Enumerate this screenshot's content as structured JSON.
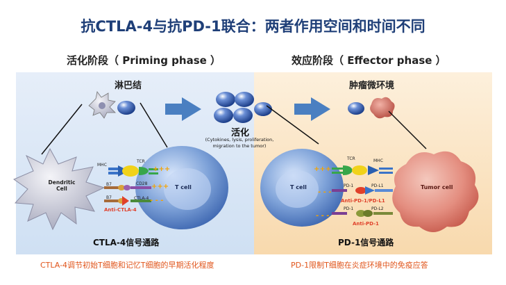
{
  "title": "抗CTLA-4与抗PD-1联合：两者作用空间和时间不同",
  "priming": {
    "phase_title": "活化阶段（ Priming phase ）",
    "location": "淋巴结",
    "dendritic_cell": "Dendritic Cell",
    "t_cell": "T cell",
    "mhc": "MHC",
    "tcr": "TCR",
    "b7_1": "B7",
    "cd28": "CD28",
    "b7_2": "B7",
    "ctla4": "CTLA-4",
    "anti_ctla4": "Anti-CTLA-4",
    "plus_top": "+++",
    "plus_mid": "+++",
    "minus": "- - -",
    "pathway": "CTLA-4信号通路",
    "caption": "CTLA-4调节初始T细胞和记忆T细胞的早期活化程度"
  },
  "activation": {
    "title": "活化",
    "detail": "(Cytokines, lysis, proliferation, migration to the tumor)"
  },
  "effector": {
    "phase_title": "效应阶段（ Effector phase ）",
    "location": "肿瘤微环境",
    "t_cell": "T cell",
    "tumor_cell": "Tumor cell",
    "tcr": "TCR",
    "mhc": "MHC",
    "pd1_a": "PD-1",
    "pdl1": "PD-L1",
    "anti_pd1_pdl1": "Anti-PD-1/PD-L1",
    "pd1_b": "PD-1",
    "pdl2": "PD-L2",
    "anti_pd1": "Anti-PD-1",
    "plus_top": "+++",
    "minus_1": "- - -",
    "minus_2": "- - -",
    "pathway": "PD-1信号通路",
    "caption": "PD-1限制T细胞在炎症环境中的免疫应答"
  },
  "colors": {
    "title": "#1f3f78",
    "caption": "#e0541a",
    "anti": "#e0402a",
    "arrow": "#4a7fc1",
    "plus": "#f5a300"
  }
}
